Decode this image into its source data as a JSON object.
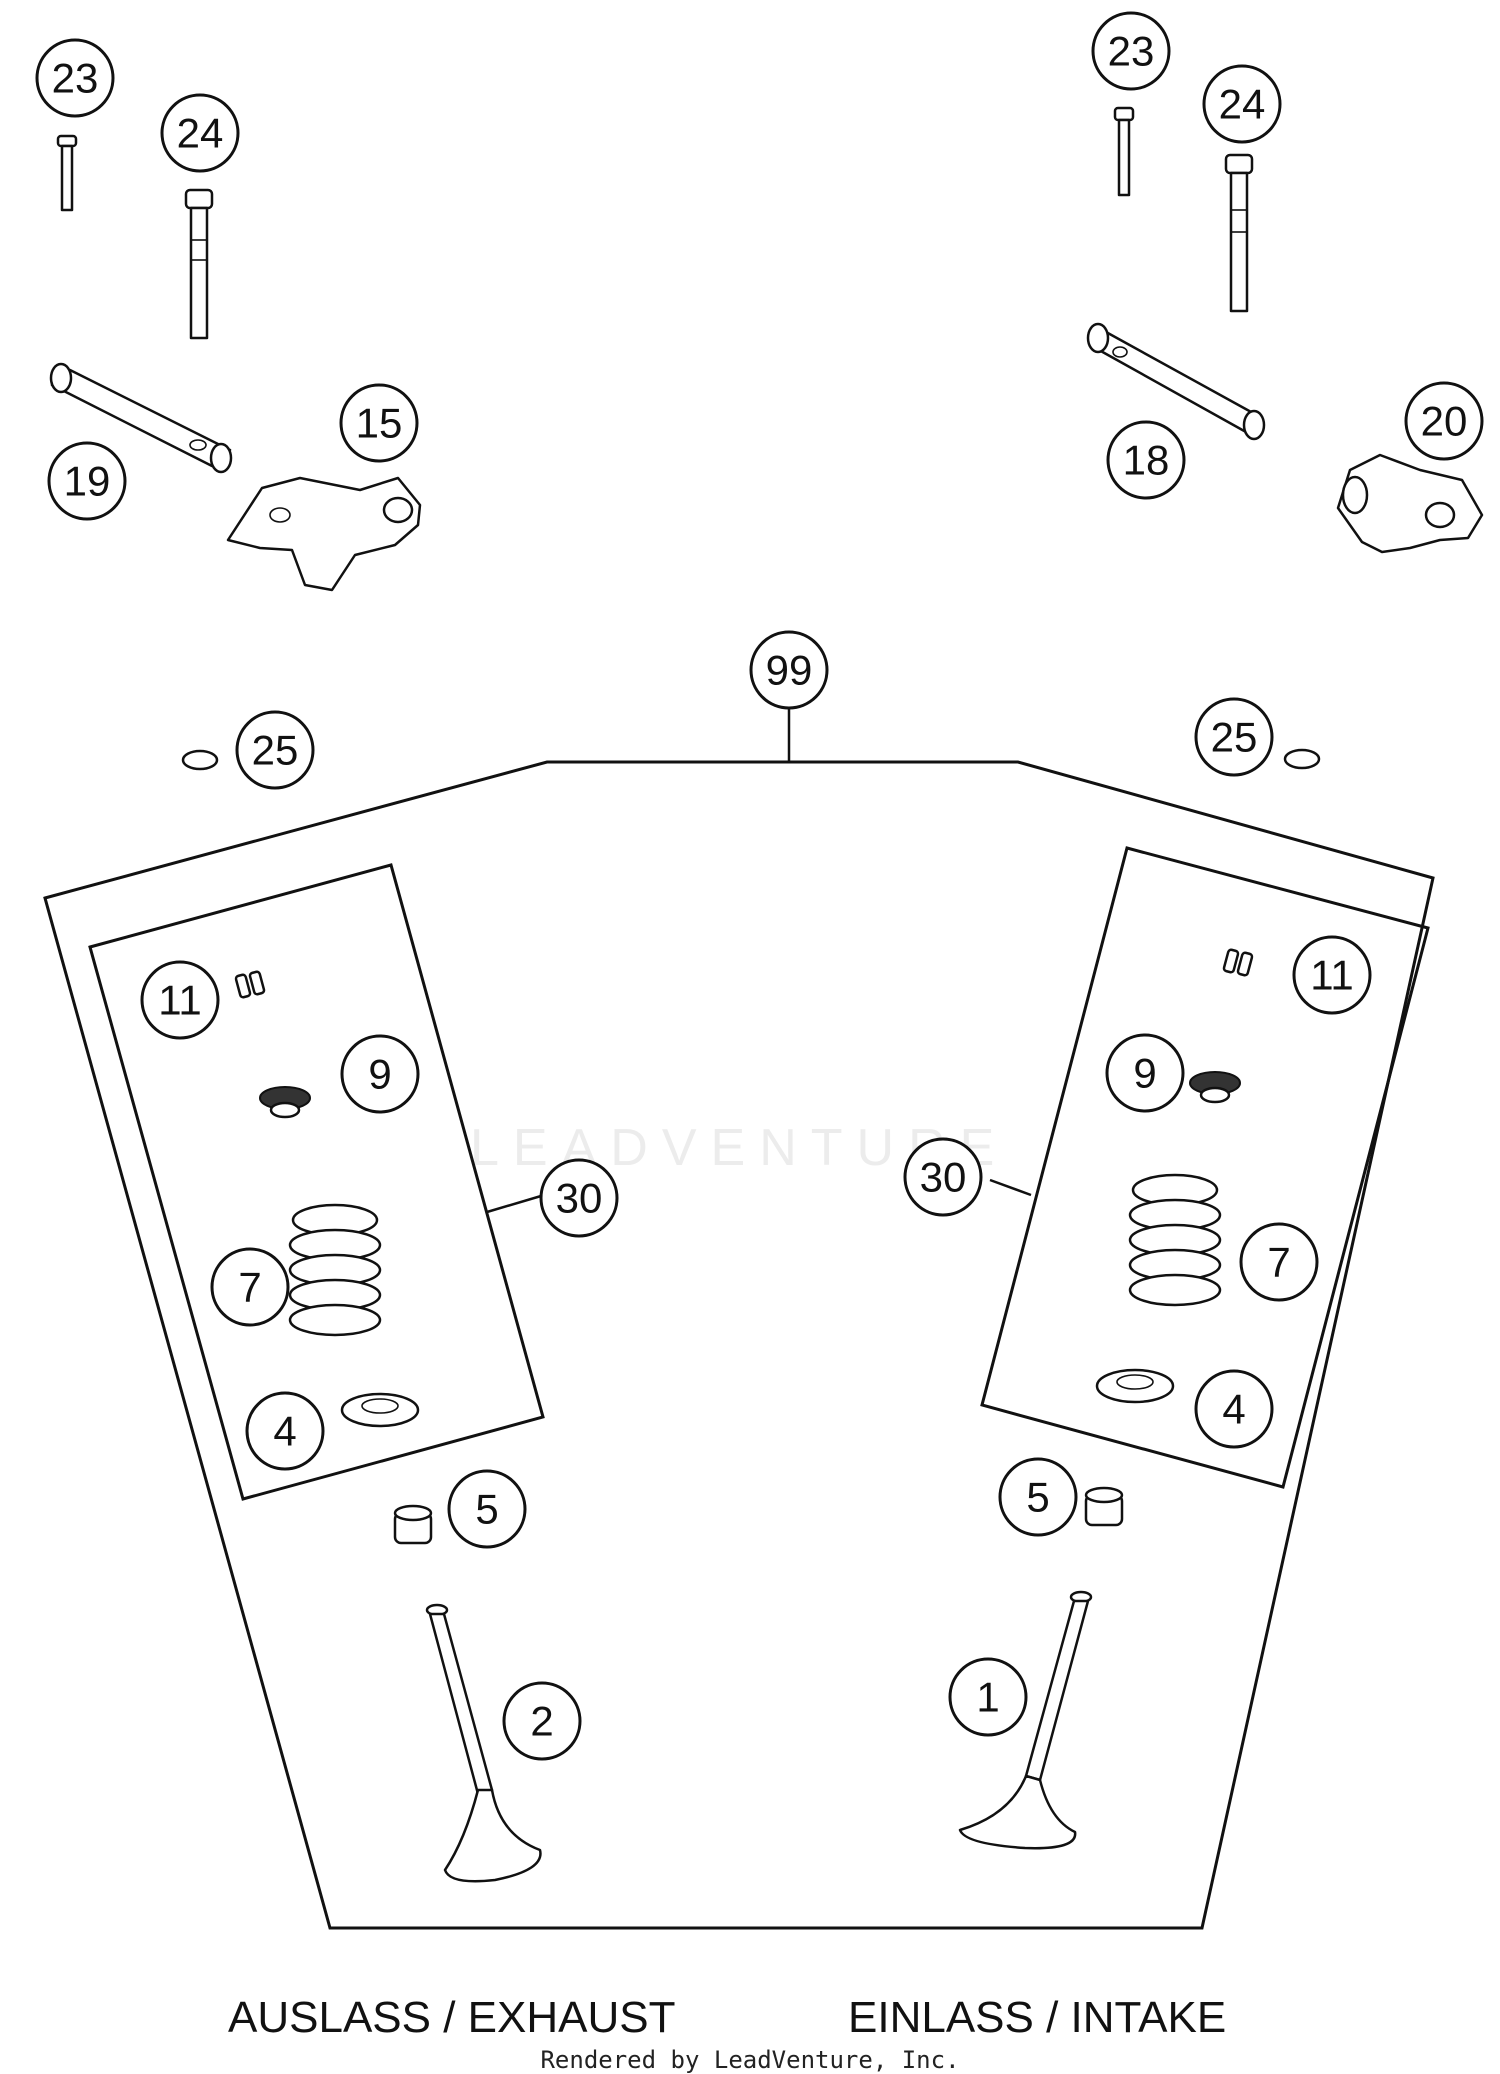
{
  "watermark": "LEADVENTURE",
  "labels": {
    "exhaust": "AUSLASS / EXHAUST",
    "intake": "EINLASS / INTAKE"
  },
  "credit": "Rendered by LeadVenture, Inc.",
  "callouts": {
    "c23_left": "23",
    "c24_left": "24",
    "c19": "19",
    "c15": "15",
    "c23_right": "23",
    "c24_right": "24",
    "c18": "18",
    "c20": "20",
    "c99": "99",
    "c25_left": "25",
    "c25_right": "25",
    "c11_left": "11",
    "c9_left": "9",
    "c30_left": "30",
    "c7_left": "7",
    "c4_left": "4",
    "c5_left": "5",
    "c2": "2",
    "c11_right": "11",
    "c9_right": "9",
    "c30_right": "30",
    "c7_right": "7",
    "c4_right": "4",
    "c5_right": "5",
    "c1": "1"
  }
}
